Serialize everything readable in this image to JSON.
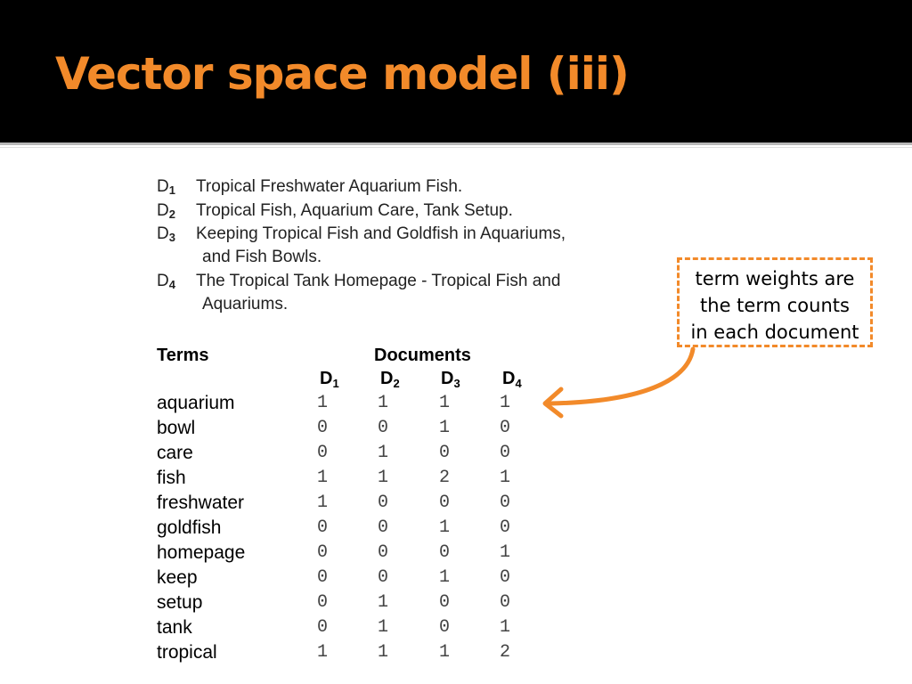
{
  "slide": {
    "title": "Vector space model (iii)"
  },
  "documents": [
    {
      "id": "D",
      "sub": "1",
      "lines": [
        "Tropical Freshwater Aquarium Fish."
      ]
    },
    {
      "id": "D",
      "sub": "2",
      "lines": [
        "Tropical Fish, Aquarium Care, Tank Setup."
      ]
    },
    {
      "id": "D",
      "sub": "3",
      "lines": [
        "Keeping Tropical Fish and Goldfish in Aquariums,",
        "and Fish Bowls."
      ]
    },
    {
      "id": "D",
      "sub": "4",
      "lines": [
        "The Tropical Tank Homepage - Tropical Fish and",
        "Aquariums."
      ]
    }
  ],
  "table": {
    "terms_header": "Terms",
    "documents_header": "Documents",
    "columns": [
      {
        "id": "D",
        "sub": "1"
      },
      {
        "id": "D",
        "sub": "2"
      },
      {
        "id": "D",
        "sub": "3"
      },
      {
        "id": "D",
        "sub": "4"
      }
    ],
    "rows": [
      {
        "term": "aquarium",
        "values": [
          "1",
          "1",
          "1",
          "1"
        ]
      },
      {
        "term": "bowl",
        "values": [
          "0",
          "0",
          "1",
          "0"
        ]
      },
      {
        "term": "care",
        "values": [
          "0",
          "1",
          "0",
          "0"
        ]
      },
      {
        "term": "fish",
        "values": [
          "1",
          "1",
          "2",
          "1"
        ]
      },
      {
        "term": "freshwater",
        "values": [
          "1",
          "0",
          "0",
          "0"
        ]
      },
      {
        "term": "goldfish",
        "values": [
          "0",
          "0",
          "1",
          "0"
        ]
      },
      {
        "term": "homepage",
        "values": [
          "0",
          "0",
          "0",
          "1"
        ]
      },
      {
        "term": "keep",
        "values": [
          "0",
          "0",
          "1",
          "0"
        ]
      },
      {
        "term": "setup",
        "values": [
          "0",
          "1",
          "0",
          "0"
        ]
      },
      {
        "term": "tank",
        "values": [
          "0",
          "1",
          "0",
          "1"
        ]
      },
      {
        "term": "tropical",
        "values": [
          "1",
          "1",
          "1",
          "2"
        ]
      }
    ]
  },
  "callout": {
    "lines": [
      "term weights are",
      "the term counts",
      "in each document"
    ]
  },
  "colors": {
    "accent": "#f28a2a",
    "header_bg": "#000000"
  }
}
